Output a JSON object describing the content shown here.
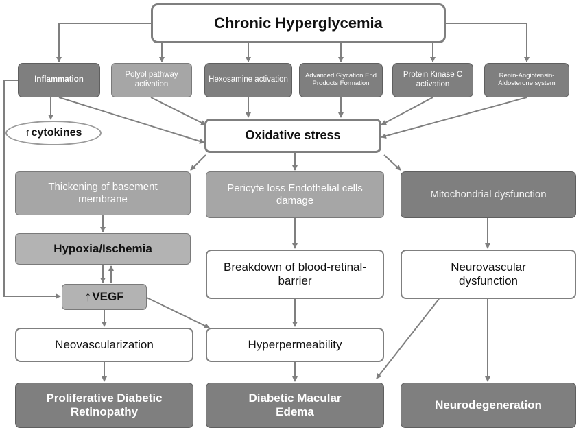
{
  "nodes": {
    "root": "Chronic Hyperglycemia",
    "inflammation": "Inflammation",
    "polyol": "Polyol pathway activation",
    "hexosamine": "Hexosamine activation",
    "age": "Advanced Glycation End Products Formation",
    "pkc": "Protein Kinase C activation",
    "raas": "Renin-Angiotensin-Aldosterone system",
    "cytokines_arrow": "↑",
    "cytokines": "cytokines",
    "oxidative": "Oxidative stress",
    "thickening": "Thickening of basement membrane",
    "pericyte": "Pericyte loss Endothelial cells damage",
    "mito": "Mitochondrial dysfunction",
    "hypoxia": "Hypoxia/Ischemia",
    "brb": "Breakdown of blood-retinal-barrier",
    "neurovasc": "Neurovascular dysfunction",
    "vegf_arrow": "↑",
    "vegf": "VEGF",
    "neovasc": "Neovascularization",
    "hyperperm": "Hyperpermeability",
    "pdr": "Proliferative Diabetic Retinopathy",
    "dme": "Diabetic Macular Edema",
    "neurodeg": "Neurodegeneration"
  },
  "colors": {
    "line": "#7f7f7f",
    "mid_fill": "#a6a6a6",
    "dark_fill": "#7f7f7f",
    "white_fill": "#ffffff"
  }
}
